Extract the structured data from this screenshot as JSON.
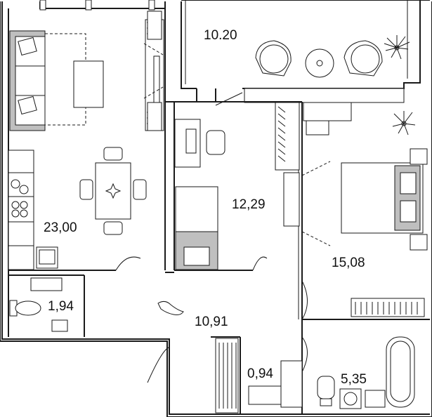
{
  "rooms": [
    {
      "id": "balcony",
      "area": "10.20"
    },
    {
      "id": "living-kitchen",
      "area": "23,00"
    },
    {
      "id": "study",
      "area": "12,29"
    },
    {
      "id": "bedroom",
      "area": "15,08"
    },
    {
      "id": "toilet",
      "area": "1,94"
    },
    {
      "id": "hall",
      "area": "10,91"
    },
    {
      "id": "closet",
      "area": "0,94"
    },
    {
      "id": "bathroom",
      "area": "5,35"
    }
  ]
}
